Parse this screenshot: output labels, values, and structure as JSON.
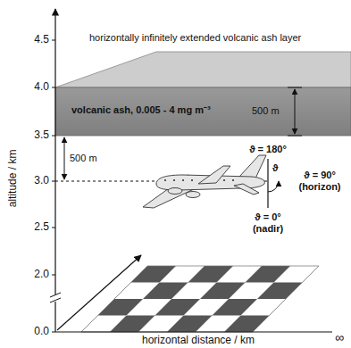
{
  "diagram": {
    "nodes": [
      {
        "text": [
          "horizontally infinitely extended volcanic ash layer",
          "volcanic ash, 0.005 - 4 mg m⁻³"
        ]
      }
    ],
    "labels": [
      "500 m",
      "500 m",
      "ϑ = 180°",
      "ϑ",
      "ϑ = 90° (horizon)",
      "ϑ = 0° (nadir)",
      "4.5",
      "4.0",
      "3.5",
      "3.0",
      "2.5",
      "2.0",
      "0.0",
      "altitude / km",
      "horizontal distance / km",
      "∞"
    ]
  }
}
